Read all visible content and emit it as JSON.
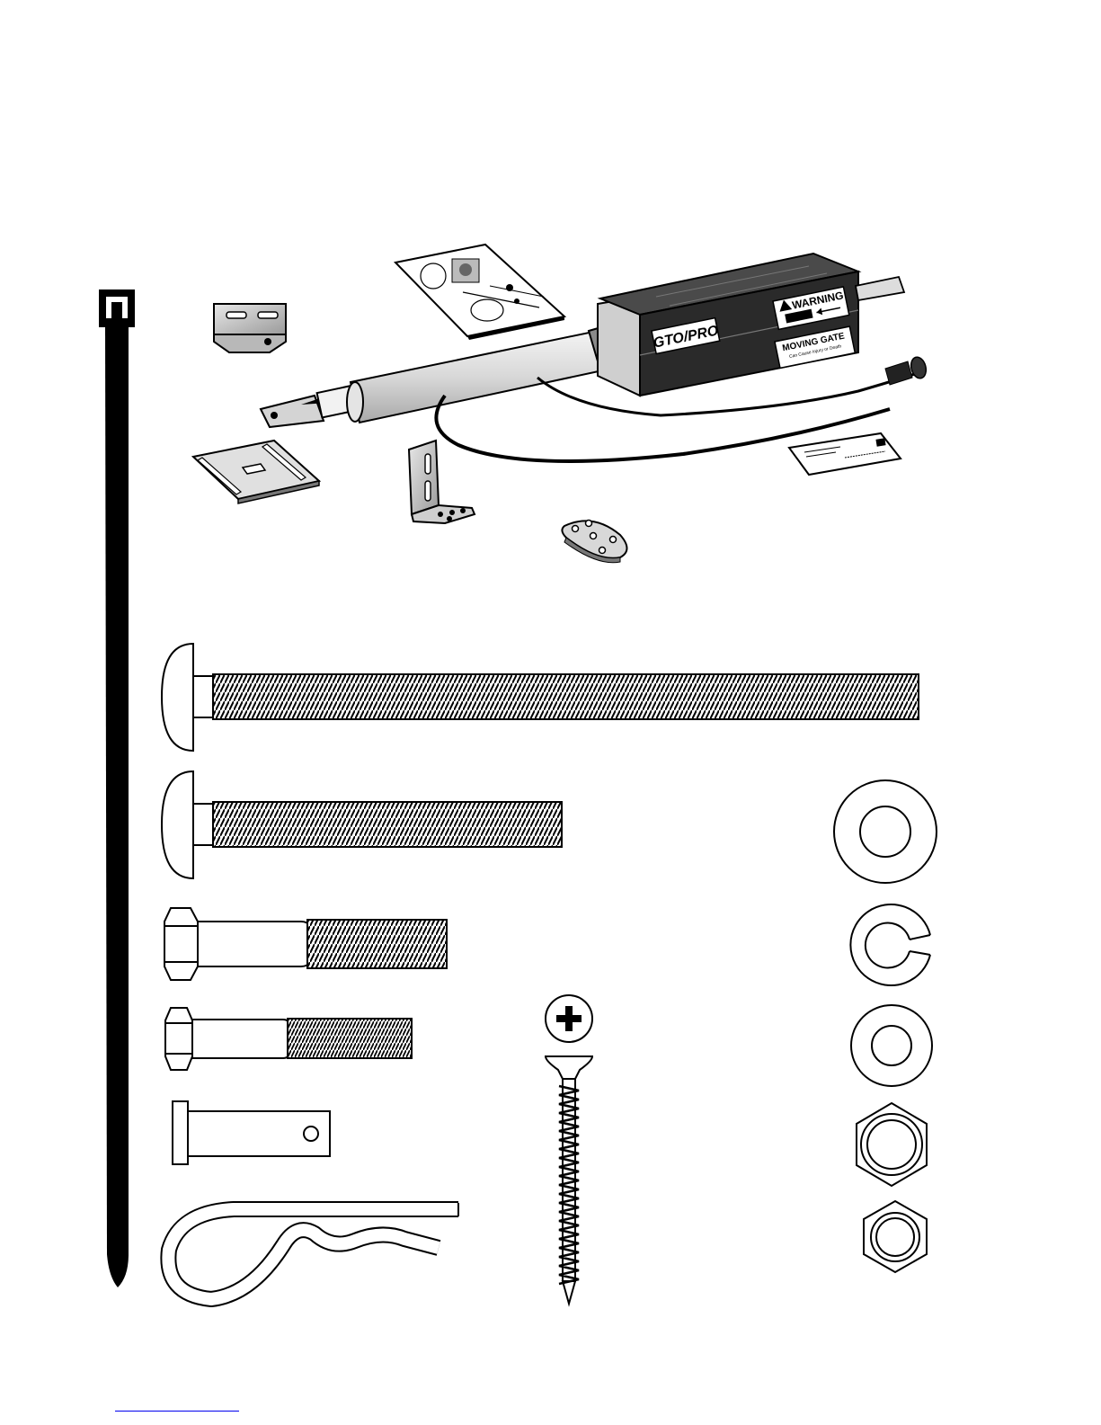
{
  "actuator": {
    "brand_label": "GTO/PRO",
    "warning_heading": "WARNING",
    "warning_sub": "MOVING GATE",
    "warning_detail": "Can Cause Injury or Death"
  },
  "colors": {
    "ink": "#000000",
    "paper": "#ffffff",
    "housing": "#2a2a2a",
    "metal": "#cfcfcf",
    "tube": "#e6e6e6"
  },
  "icons": [
    "cable-tie-icon",
    "manual-card-icon",
    "bracket-icon",
    "actuator-icon",
    "mounting-plate-icon",
    "post-bracket-icon",
    "gate-bracket-icon",
    "warranty-card-icon",
    "carriage-bolt-icon",
    "hex-bolt-icon",
    "clevis-pin-icon",
    "hitch-pin-clip-icon",
    "wood-screw-icon",
    "flat-washer-icon",
    "lock-washer-icon",
    "hex-nut-icon"
  ]
}
